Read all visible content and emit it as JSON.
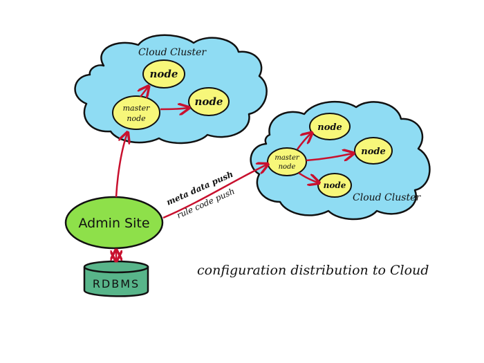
{
  "caption": "configuration distribution to Cloud",
  "colors": {
    "cloud": "#8fdcf3",
    "node": "#f7f77a",
    "admin": "#8ee04a",
    "db": "#58b58a",
    "arrow": "#c8102e",
    "outline": "#111111"
  },
  "cluster_top": {
    "label": "Cloud Cluster",
    "master_label_line1": "master",
    "master_label_line2": "node",
    "node_a_label": "node",
    "node_b_label": "node"
  },
  "cluster_right": {
    "label": "Cloud Cluster",
    "master_label_line1": "master",
    "master_label_line2": "node",
    "node_a_label": "node",
    "node_b_label": "node",
    "node_c_label": "node"
  },
  "admin": {
    "label": "Admin Site"
  },
  "database": {
    "label": "RDBMS"
  },
  "push_labels": {
    "line1": "meta data push",
    "line2": "rule code push"
  }
}
